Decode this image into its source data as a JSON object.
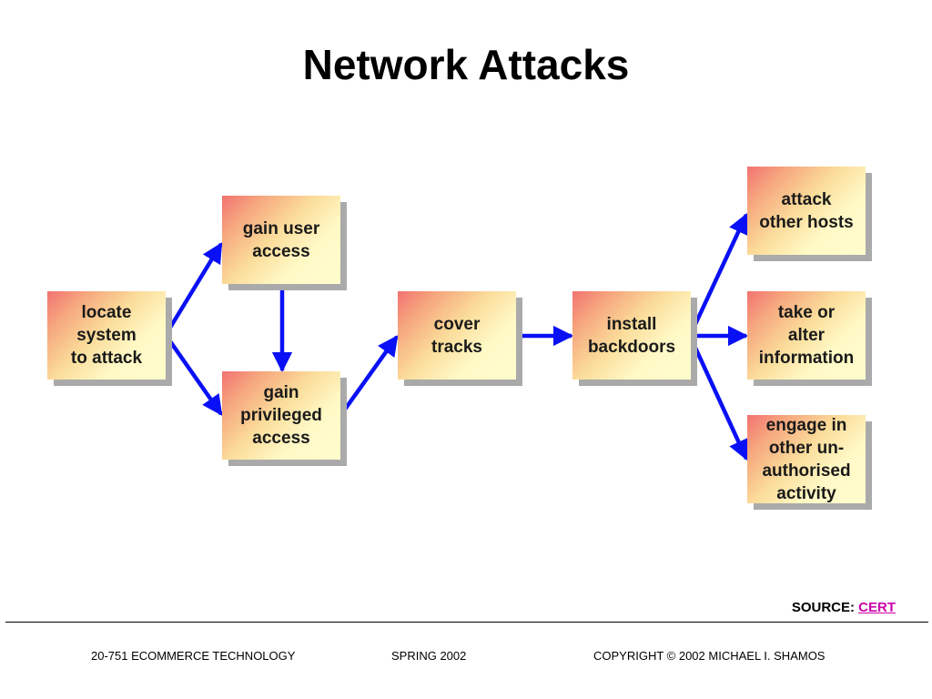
{
  "title": "Network Attacks",
  "nodes": {
    "locate": "locate\nsystem\nto attack",
    "gain_user": "gain user\naccess",
    "gain_priv": "gain\nprivileged\naccess",
    "cover": "cover\ntracks",
    "install": "install\nbackdoors",
    "attack_hosts": "attack\nother hosts",
    "take_alter": "take or\nalter\ninformation",
    "engage": "engage in\nother un-\nauthorised\nactivity"
  },
  "source": {
    "label": "SOURCE:",
    "link": "CERT"
  },
  "footer": {
    "course": "20-751 ECOMMERCE TECHNOLOGY",
    "term": "SPRING 2002",
    "copyright": "COPYRIGHT © 2002 MICHAEL I. SHAMOS"
  },
  "colors": {
    "arrow": "#0a10f5",
    "link": "#cc00aa"
  }
}
